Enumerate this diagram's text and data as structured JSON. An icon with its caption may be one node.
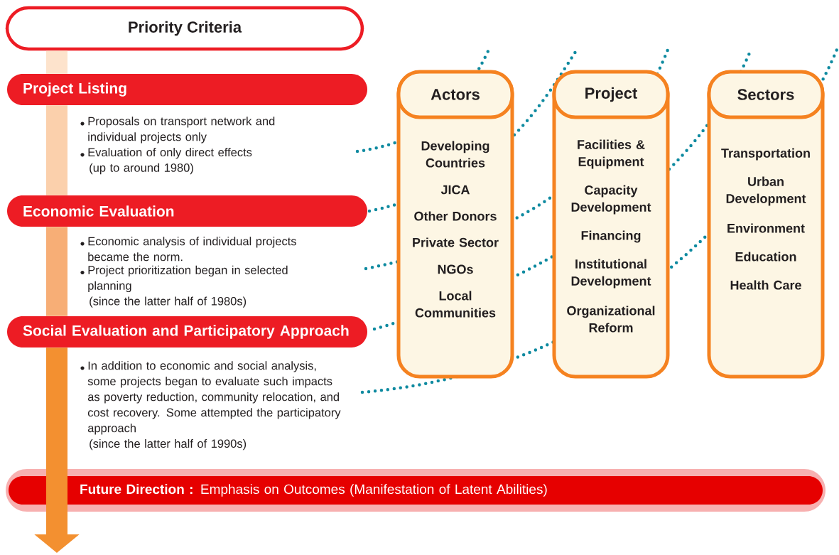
{
  "diagram": {
    "nodes": [
      {
        "text": [
          "Priority Criteria"
        ]
      },
      {
        "text": [
          "Project Listing"
        ],
        "beside": [
          "Proposals on transport network and individual projects only",
          "Evaluation of only direct effects",
          "(up to around 1980)"
        ]
      },
      {
        "text": [
          "Economic Evaluation"
        ],
        "beside": [
          "Economic analysis of individual projects became the norm.",
          "Project prioritization began in selected planning",
          "(since the latter half of 1980s)"
        ]
      },
      {
        "text": [
          "Social Evaluation and Participatory Approach"
        ],
        "beside": [
          "In addition to economic and social analysis, some projects began to evaluate such impacts as poverty reduction, community relocation, and cost recovery. Some attempted the participatory approach",
          "(since the latter half of 1990s)"
        ]
      },
      {
        "text": [
          "**Future Direction :** Emphasis on Outcomes (Manifestation of Latent Abilities)"
        ]
      },
      {
        "text": [
          "Actors",
          "Developing Countries",
          "JICA",
          "Other Donors",
          "Private Sector",
          "NGOs",
          "Local Communities"
        ]
      },
      {
        "text": [
          "Project",
          "Facilities & Equipment",
          "Capacity Development",
          "Financing",
          "Institutional Development",
          "Organizational Reform"
        ]
      },
      {
        "text": [
          "Sectors",
          "Transportation",
          "Urban Development",
          "Environment",
          "Education",
          "Health Care"
        ]
      }
    ],
    "edges": [
      {
        "from": 0,
        "to": 1,
        "arrow": "none",
        "color": "#fde3cc"
      },
      {
        "from": 1,
        "to": 2,
        "arrow": "none",
        "color": "#fbd0ac"
      },
      {
        "from": 2,
        "to": 3,
        "arrow": "none",
        "color": "#f7ae76"
      },
      {
        "from": 3,
        "to": null,
        "arrow": "to",
        "color": "#f39030"
      }
    ]
  }
}
